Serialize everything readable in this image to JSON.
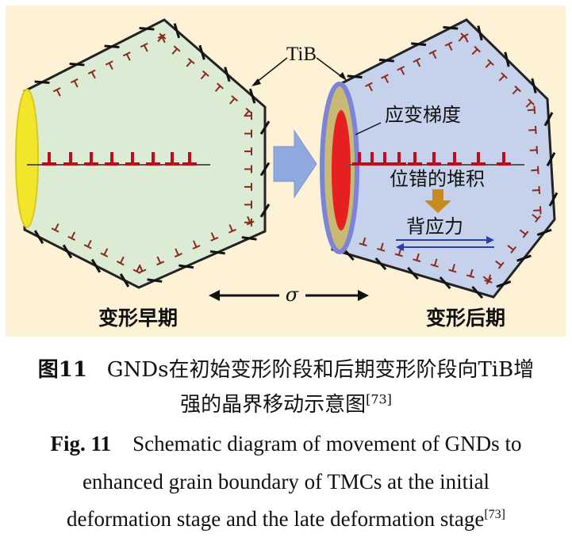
{
  "labels": {
    "tib": "TiB",
    "strain_gradient": "应变梯度",
    "dislocation_pileup": "位错的堆积",
    "back_stress": "背应力",
    "sigma": "σ",
    "early_stage": "变形早期",
    "late_stage": "变形后期"
  },
  "caption_cn": {
    "fig_label": "图11",
    "line1": "GNDs在初始变形阶段和后期变形阶段向TiB增",
    "line2": "强的晶界移动示意图",
    "ref": "[73]"
  },
  "caption_en": {
    "fig_label": "Fig. 11",
    "line1": "Schematic diagram of movement of GNDs to",
    "line2": "enhanced grain boundary of TMCs at the initial",
    "line3": "deformation stage and the late deformation stage",
    "ref": "[73]"
  },
  "colors": {
    "background": "#fdf1d6",
    "left_grain": "#dcebd3",
    "right_grain": "#c6d2ec",
    "dislocation": "#c00a1c",
    "small_dislocation": "#8a2a1a",
    "tib_yellow": "#f2e62a",
    "tib_blue": "#7b84d8",
    "strain_red": "#e62020",
    "arrow_blue": "#8fa8de",
    "arrow_orange": "#c9891e",
    "back_stress_blue": "#2a3fa8"
  }
}
